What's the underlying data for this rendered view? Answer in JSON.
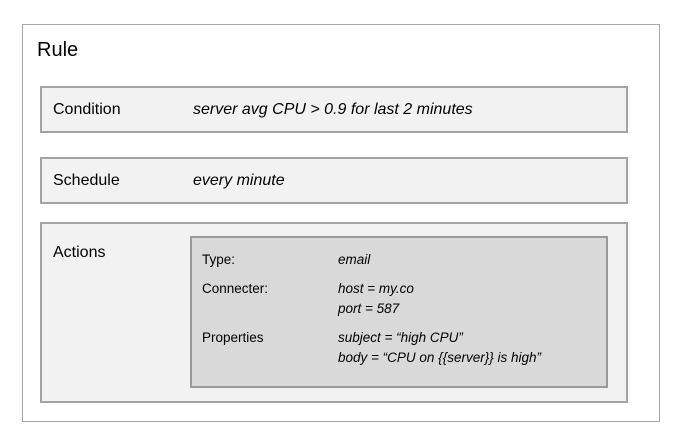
{
  "diagram": {
    "title": "Rule",
    "sections": [
      {
        "label": "Condition",
        "value": "server avg CPU > 0.9 for last 2 minutes"
      },
      {
        "label": "Schedule",
        "value": "every minute"
      },
      {
        "label": "Actions"
      }
    ],
    "action_detail": {
      "rows": [
        {
          "label": "Type:",
          "lines": [
            "email"
          ]
        },
        {
          "label": "Connecter:",
          "lines": [
            "host = my.co",
            "port = 587"
          ]
        },
        {
          "label": "Properties",
          "lines": [
            "subject = “high CPU”",
            "body = “CPU on {{server}} is high”"
          ]
        }
      ]
    },
    "colors": {
      "background": "#ffffff",
      "outer_border": "#a6a6a6",
      "section_fill": "#f2f2f2",
      "section_border": "#a3a3a3",
      "panel_fill": "#d9d9d9",
      "panel_border": "#999999",
      "text": "#000000"
    }
  }
}
